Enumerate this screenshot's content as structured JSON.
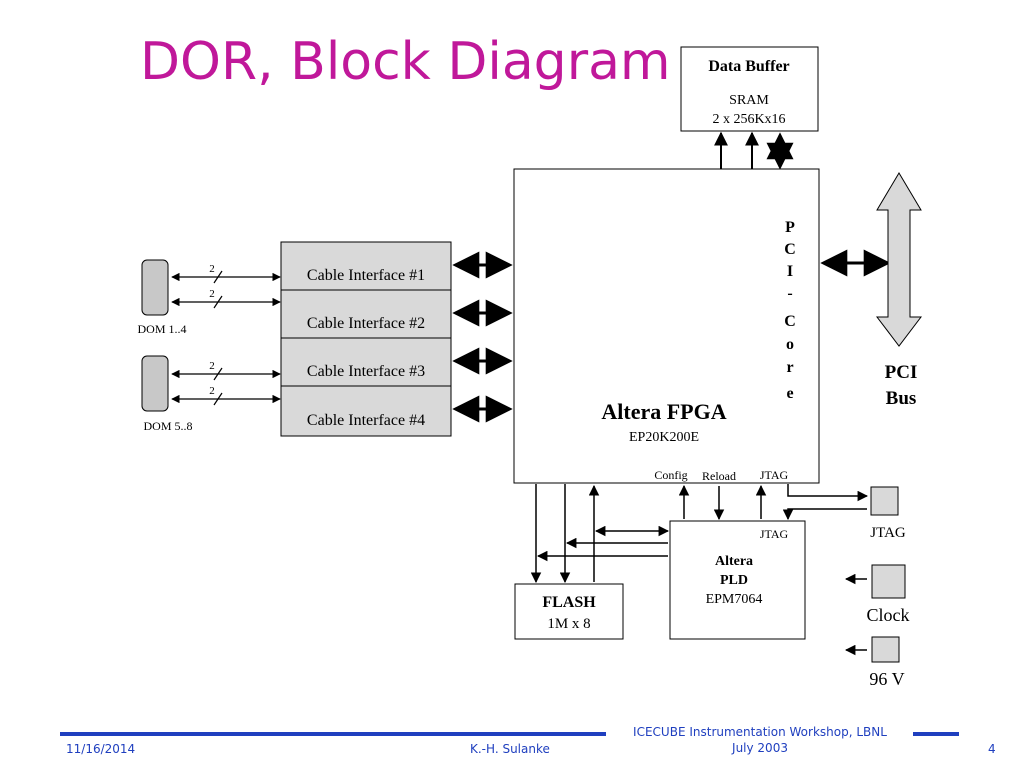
{
  "slide": {
    "title": "DOR, Block Diagram"
  },
  "diagram": {
    "data_buffer": {
      "title": "Data Buffer",
      "line1": "SRAM",
      "line2": "2 x 256Kx16"
    },
    "fpga": {
      "title": "Altera FPGA",
      "part": "EP20K200E",
      "pci_core_letters": [
        "P",
        "C",
        "I",
        "-",
        "C",
        "o",
        "r",
        "e"
      ]
    },
    "pci_bus": {
      "line1": "PCI",
      "line2": "Bus"
    },
    "cable_interfaces": [
      "Cable Interface #1",
      "Cable Interface #2",
      "Cable Interface #3",
      "Cable Interface #4"
    ],
    "dom_labels": [
      "DOM 1..4",
      "DOM 5..8"
    ],
    "bus_width": "2",
    "fpga_pins": {
      "config": "Config",
      "reload": "Reload",
      "jtag": "JTAG"
    },
    "pld": {
      "jtag": "JTAG",
      "line1": "Altera",
      "line2": "PLD",
      "part": "EPM7064"
    },
    "flash": {
      "title": "FLASH",
      "size": "1M x 8"
    },
    "ext_jtag": "JTAG",
    "clock": "Clock",
    "power": "96 V"
  },
  "footer": {
    "date": "11/16/2014",
    "author": "K.-H. Sulanke",
    "conference_line1": "ICECUBE Instrumentation Workshop, LBNL",
    "conference_line2": "July 2003",
    "page": "4"
  },
  "colors": {
    "title": "#c0189a",
    "footer": "#1f3fbf",
    "box_gray": "#d9d9d9"
  }
}
